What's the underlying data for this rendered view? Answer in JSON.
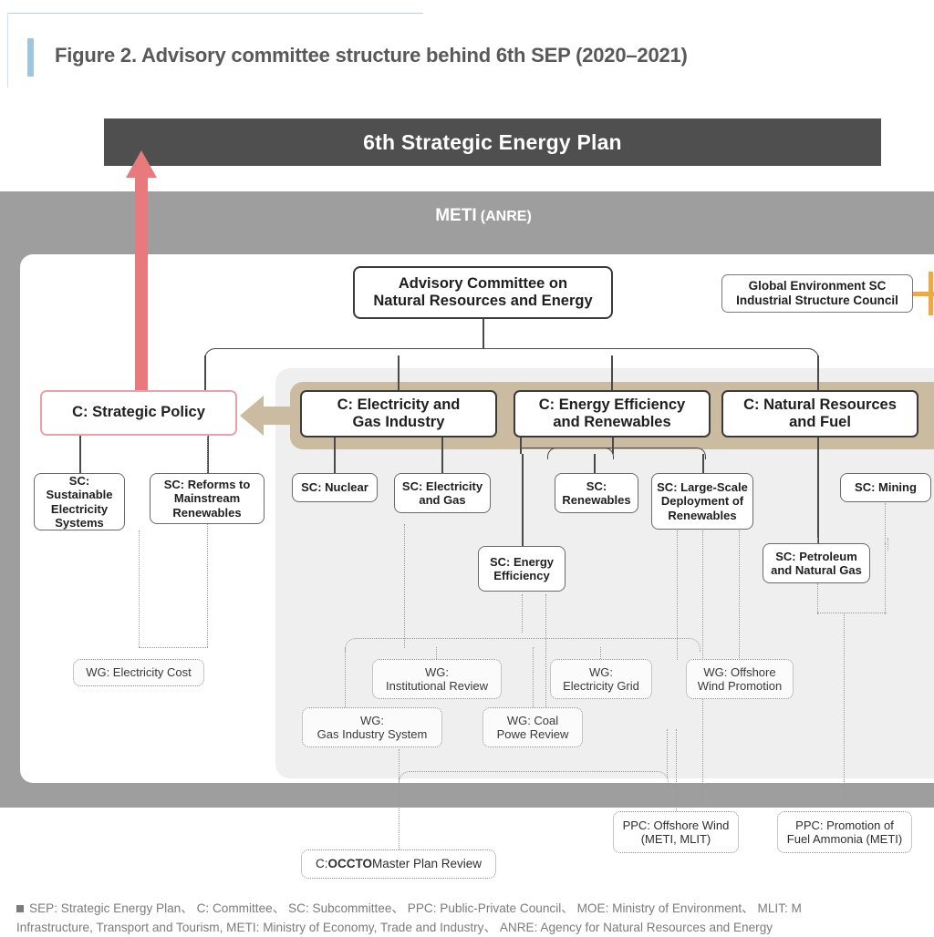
{
  "figure": {
    "title": "Figure 2. Advisory committee structure behind 6th SEP (2020–2021)"
  },
  "banner": {
    "label": "6th Strategic Energy Plan"
  },
  "ministry": {
    "label": "METI",
    "sub_label": "(ANRE)"
  },
  "nodes": {
    "advisory_committee": "Advisory Committee on\nNatural Resources and Energy",
    "global_env_sc": "Global Environment SC\nIndustrial Structure Council",
    "strategic_policy": "C: Strategic Policy",
    "committees": [
      "C: Electricity and\nGas Industry",
      "C: Energy Efficiency\nand Renewables",
      "C: Natural Resources\nand Fuel"
    ],
    "subcommittees": [
      "SC:\nSustainable\nElectricity\nSystems",
      "SC: Reforms to\nMainstream\nRenewables",
      "SC: Nuclear",
      "SC: Electricity\nand Gas",
      "SC:\nRenewables",
      "SC: Large-Scale\nDeployment of\nRenewables",
      "SC: Mining",
      "SC: Energy\nEfficiency",
      "SC: Petroleum\nand Natural Gas"
    ],
    "working_groups": [
      "WG: Electricity Cost",
      "WG:\nInstitutional Review",
      "WG:\nGas Industry System",
      "WG: Coal\nPowe Review",
      "WG:\nElectricity Grid",
      "WG: Offshore\nWind Promotion"
    ],
    "councils": [
      "PPC: Offshore Wind\n(METI, MLIT)",
      "PPC: Promotion of\nFuel Ammonia (METI)"
    ],
    "occto_prefix": "C: ",
    "occto_bold": "OCCTO",
    "occto_suffix": " Master Plan Review"
  },
  "footnote": {
    "line1": "SEP: Strategic Energy Plan、 C: Committee、 SC: Subcommittee、 PPC: Public-Private Council、 MOE: Ministry of Environment、 MLIT: M",
    "line2": "Infrastructure, Transport and Tourism, METI: Ministry of Economy, Trade and Industry、 ANRE: Agency for Natural Resources and Energy"
  },
  "colors": {
    "banner_bg": "#4f4f4f",
    "ministry_bg": "#9e9e9e",
    "panel_bg": "#efefef",
    "tan": "#cbbba0",
    "red_arrow": "#e8797c",
    "strategic_border": "#e8a3a6",
    "orange": "#f0a93c",
    "title_accent": "#9fc6dd"
  }
}
